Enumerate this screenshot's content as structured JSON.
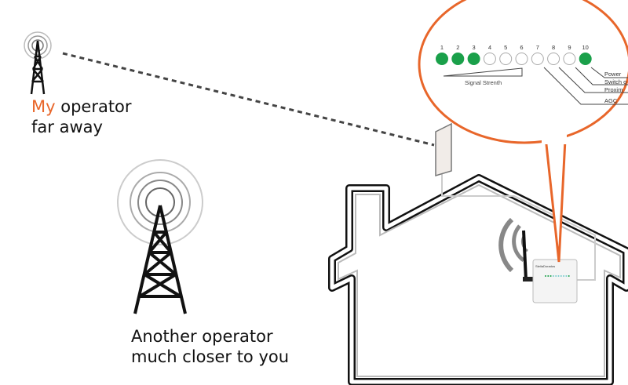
{
  "far_operator": {
    "line1_accent": "My",
    "line1_rest": " operator",
    "line2": "far away"
  },
  "near_operator": {
    "line1": "Another  operator",
    "line2": "much closer to you"
  },
  "callout": {
    "led_numbers": [
      "1",
      "2",
      "3",
      "4",
      "5",
      "6",
      "7",
      "8",
      "9",
      "10"
    ],
    "led_states": [
      true,
      true,
      true,
      false,
      false,
      false,
      false,
      false,
      false,
      true
    ],
    "signal_label": "Signal Strenth",
    "indicator_labels": [
      "Power",
      "Switch o",
      "Proxim",
      "AGC"
    ]
  },
  "device": {
    "brand": "StellaDoradus"
  },
  "colors": {
    "accent": "#e8662a",
    "led_on": "#1aa04a",
    "house_outline": "#111111"
  }
}
